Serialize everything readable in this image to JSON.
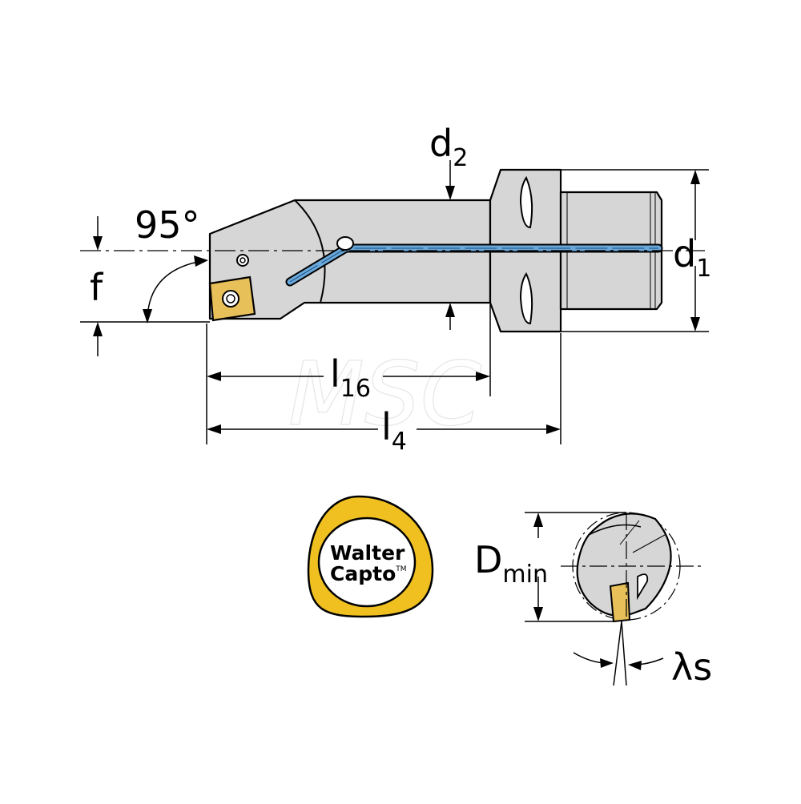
{
  "diagram": {
    "labels": {
      "angle": "95°",
      "f": "f",
      "d2_main": "d",
      "d2_sub": "2",
      "d1_main": "d",
      "d1_sub": "1",
      "l16_main": "l",
      "l16_sub": "16",
      "l4_main": "l",
      "l4_sub": "4",
      "dmin_main": "D",
      "dmin_sub": "min",
      "lambda_s": "λs"
    },
    "logo": {
      "line1": "Walter",
      "line2": "Capto",
      "trademark": "TM"
    },
    "watermark": "MSC",
    "colors": {
      "body": "#d6d6d6",
      "outline": "#000000",
      "coolant": "#6aa9dc",
      "insert": "#e8c05a",
      "logo_ring": "#f0c020"
    }
  }
}
